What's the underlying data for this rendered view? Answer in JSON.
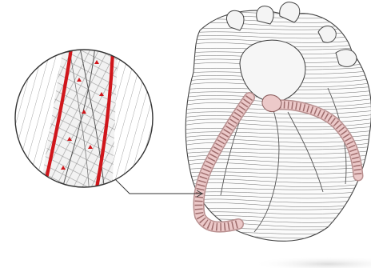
{
  "illustration": {
    "subject": "heart-with-coronary-stent-detail",
    "colors": {
      "background": "#ffffff",
      "linework": "#3a3a3a",
      "stent_strut": "#d0161b",
      "vessel_highlight": "#e3b7b7",
      "mesh": "#8a8a8a",
      "shadow": "#d9d9d9"
    },
    "icons": [
      "magnifier-circle",
      "heart",
      "coronary-vessel",
      "stent",
      "callout-line"
    ]
  }
}
